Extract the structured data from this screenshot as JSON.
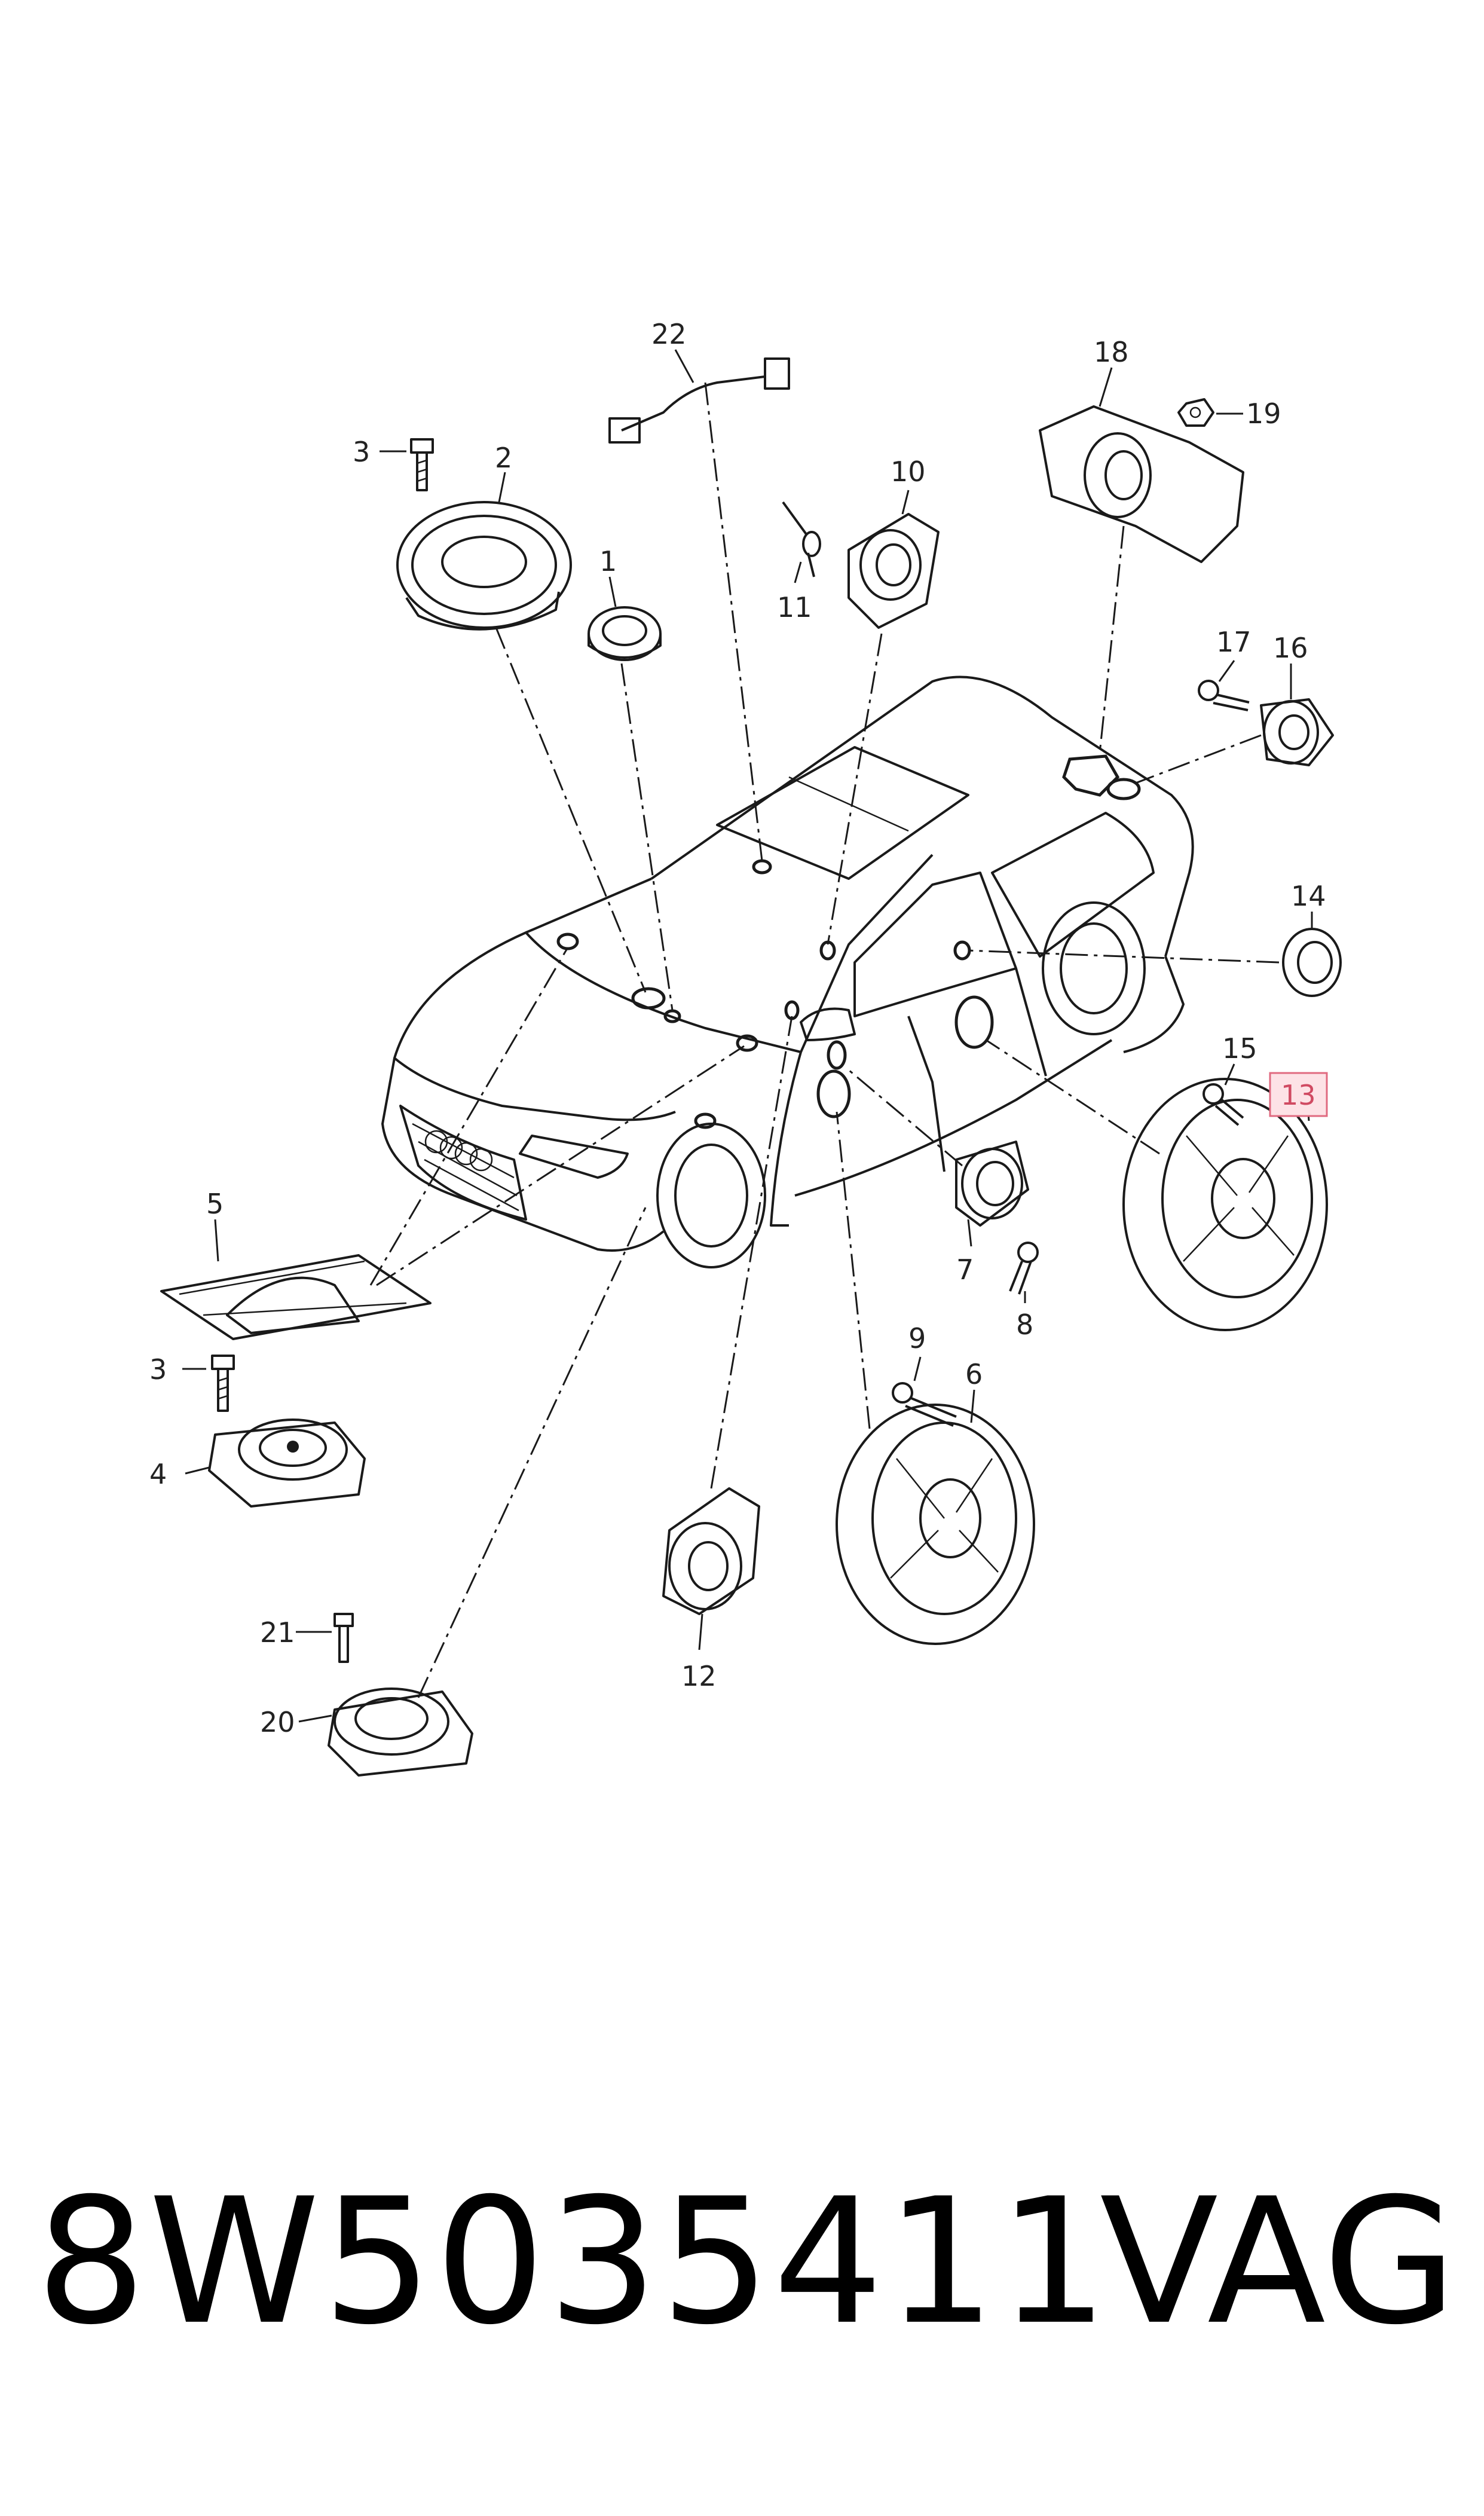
{
  "diagram": {
    "callouts": [
      "1",
      "2",
      "3",
      "3",
      "4",
      "5",
      "6",
      "7",
      "8",
      "9",
      "10",
      "11",
      "12",
      "13",
      "14",
      "15",
      "16",
      "17",
      "18",
      "19",
      "20",
      "21",
      "22"
    ],
    "highlighted_callout": "13"
  },
  "caption": {
    "part_number": "8W5035411",
    "brand": "VAG"
  }
}
